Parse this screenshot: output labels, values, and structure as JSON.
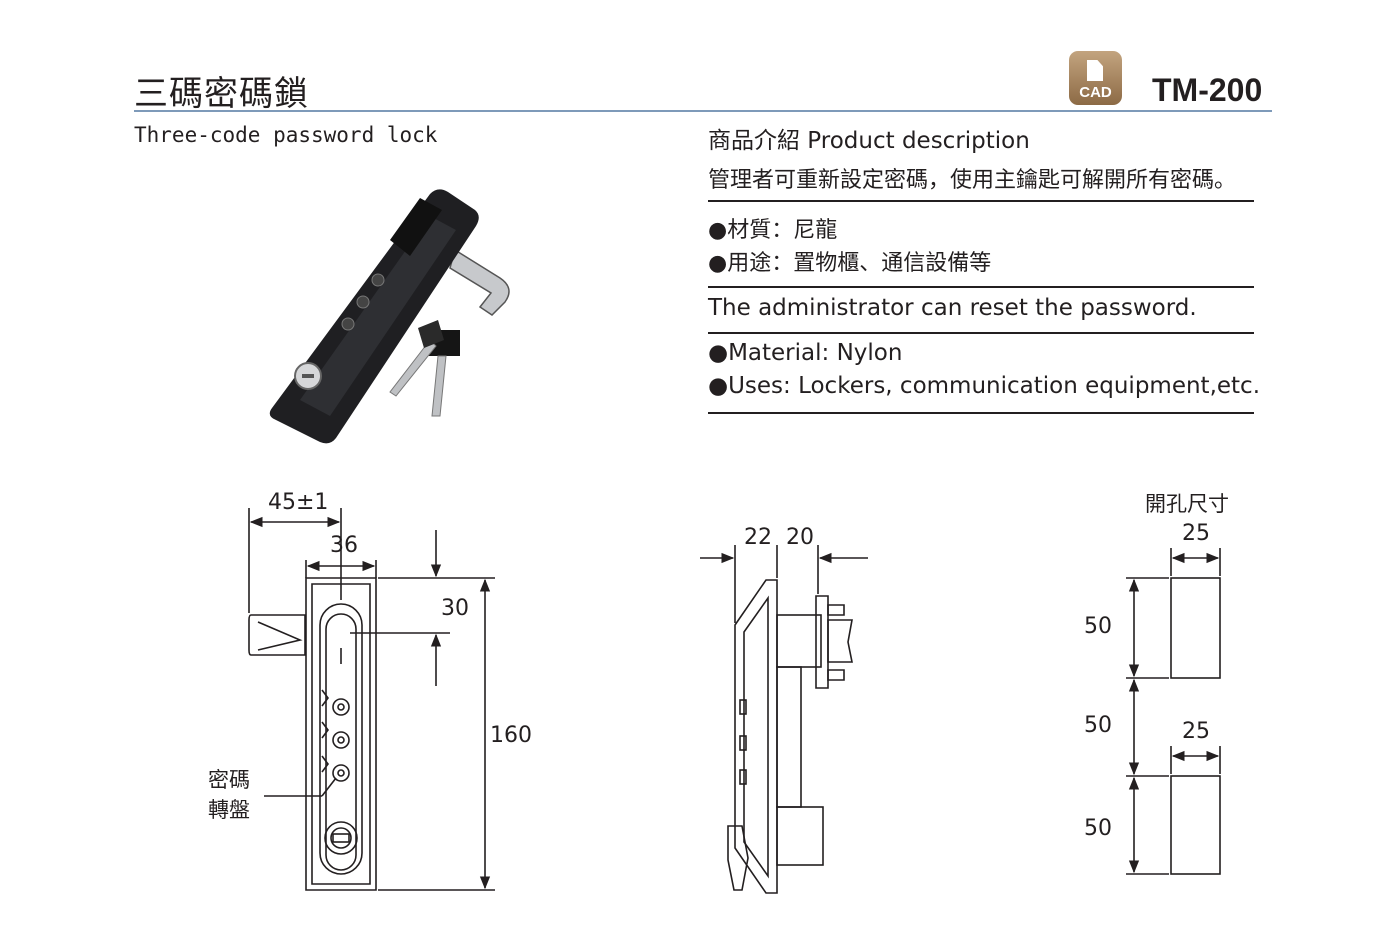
{
  "header": {
    "title": "三碼密碼鎖",
    "subtitle": "Three-code password lock",
    "model": "TM-200",
    "cad_label": "CAD"
  },
  "description": {
    "heading": "商品介紹 Product description",
    "zh_intro": "管理者可重新設定密碼，使用主鑰匙可解開所有密碼。",
    "zh_specs": [
      "●材質：尼龍",
      "●用途：置物櫃、通信設備等"
    ],
    "en_intro": "The administrator can reset the password.",
    "en_specs": [
      "●Material: Nylon",
      "●Uses: Lockers, communication equipment,etc."
    ]
  },
  "drawing": {
    "front": {
      "width_label": "45±1",
      "inner_width_label": "36",
      "top_offset_label": "30",
      "height_label": "160",
      "callout_label_1": "密碼",
      "callout_label_2": "轉盤"
    },
    "side": {
      "depth_label_1": "22",
      "depth_label_2": "20"
    },
    "cutout": {
      "title": "開孔尺寸",
      "width_label_1": "25",
      "width_label_2": "25",
      "spacing_labels": [
        "50",
        "50",
        "50"
      ]
    }
  },
  "colors": {
    "title_rule": "#7e9ab9",
    "cad_badge": "#a9885f",
    "ink": "#231f20"
  }
}
